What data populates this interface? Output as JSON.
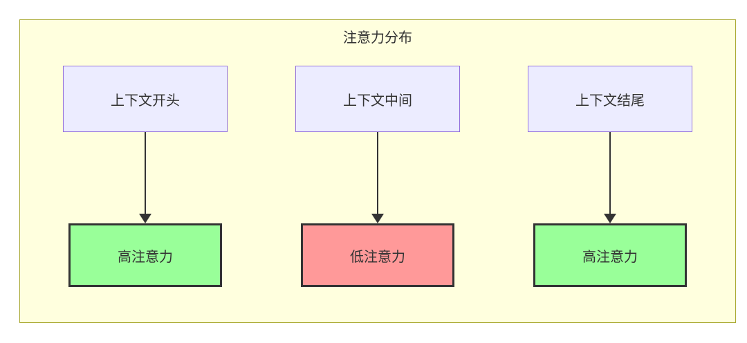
{
  "diagram": {
    "title": "注意力分布",
    "columns": [
      {
        "top": {
          "label": "上下文开头"
        },
        "bottom": {
          "label": "高注意力",
          "level": "high"
        }
      },
      {
        "top": {
          "label": "上下文中间"
        },
        "bottom": {
          "label": "低注意力",
          "level": "low"
        }
      },
      {
        "top": {
          "label": "上下文结尾"
        },
        "bottom": {
          "label": "高注意力",
          "level": "high"
        }
      }
    ],
    "colors": {
      "container_bg": "#ffffde",
      "container_border": "#aaaa33",
      "top_node_bg": "#ECECFF",
      "top_node_border": "#9370DB",
      "high_bg": "#99ff99",
      "low_bg": "#ff9999",
      "node_border": "#333333",
      "arrow": "#333333",
      "text": "#333333"
    }
  }
}
